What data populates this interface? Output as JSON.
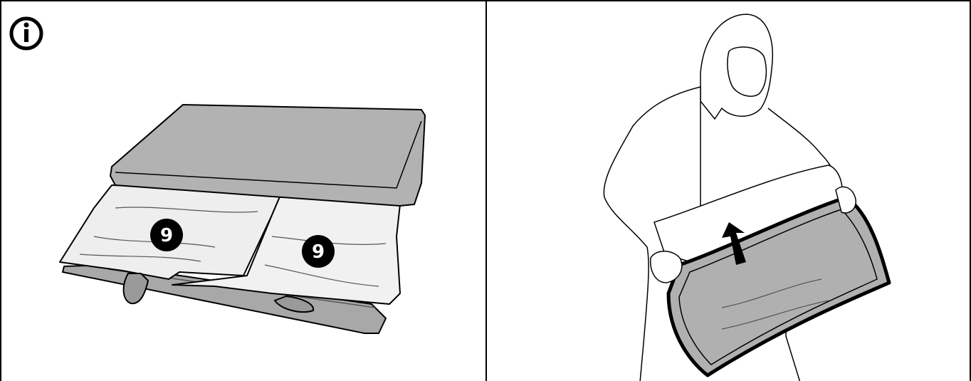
{
  "panels": [
    {
      "id": "left",
      "info_icon": "info-icon",
      "callouts": [
        {
          "label": "9"
        },
        {
          "label": "9"
        }
      ]
    },
    {
      "id": "right",
      "arrow_icon": "arrow-up-icon"
    }
  ],
  "colors": {
    "line": "#000000",
    "cushion_gray": "#b2b2b2",
    "cushion_dark": "#9a9a9a",
    "cover_white": "#eeeeee",
    "badge": "#000000"
  }
}
